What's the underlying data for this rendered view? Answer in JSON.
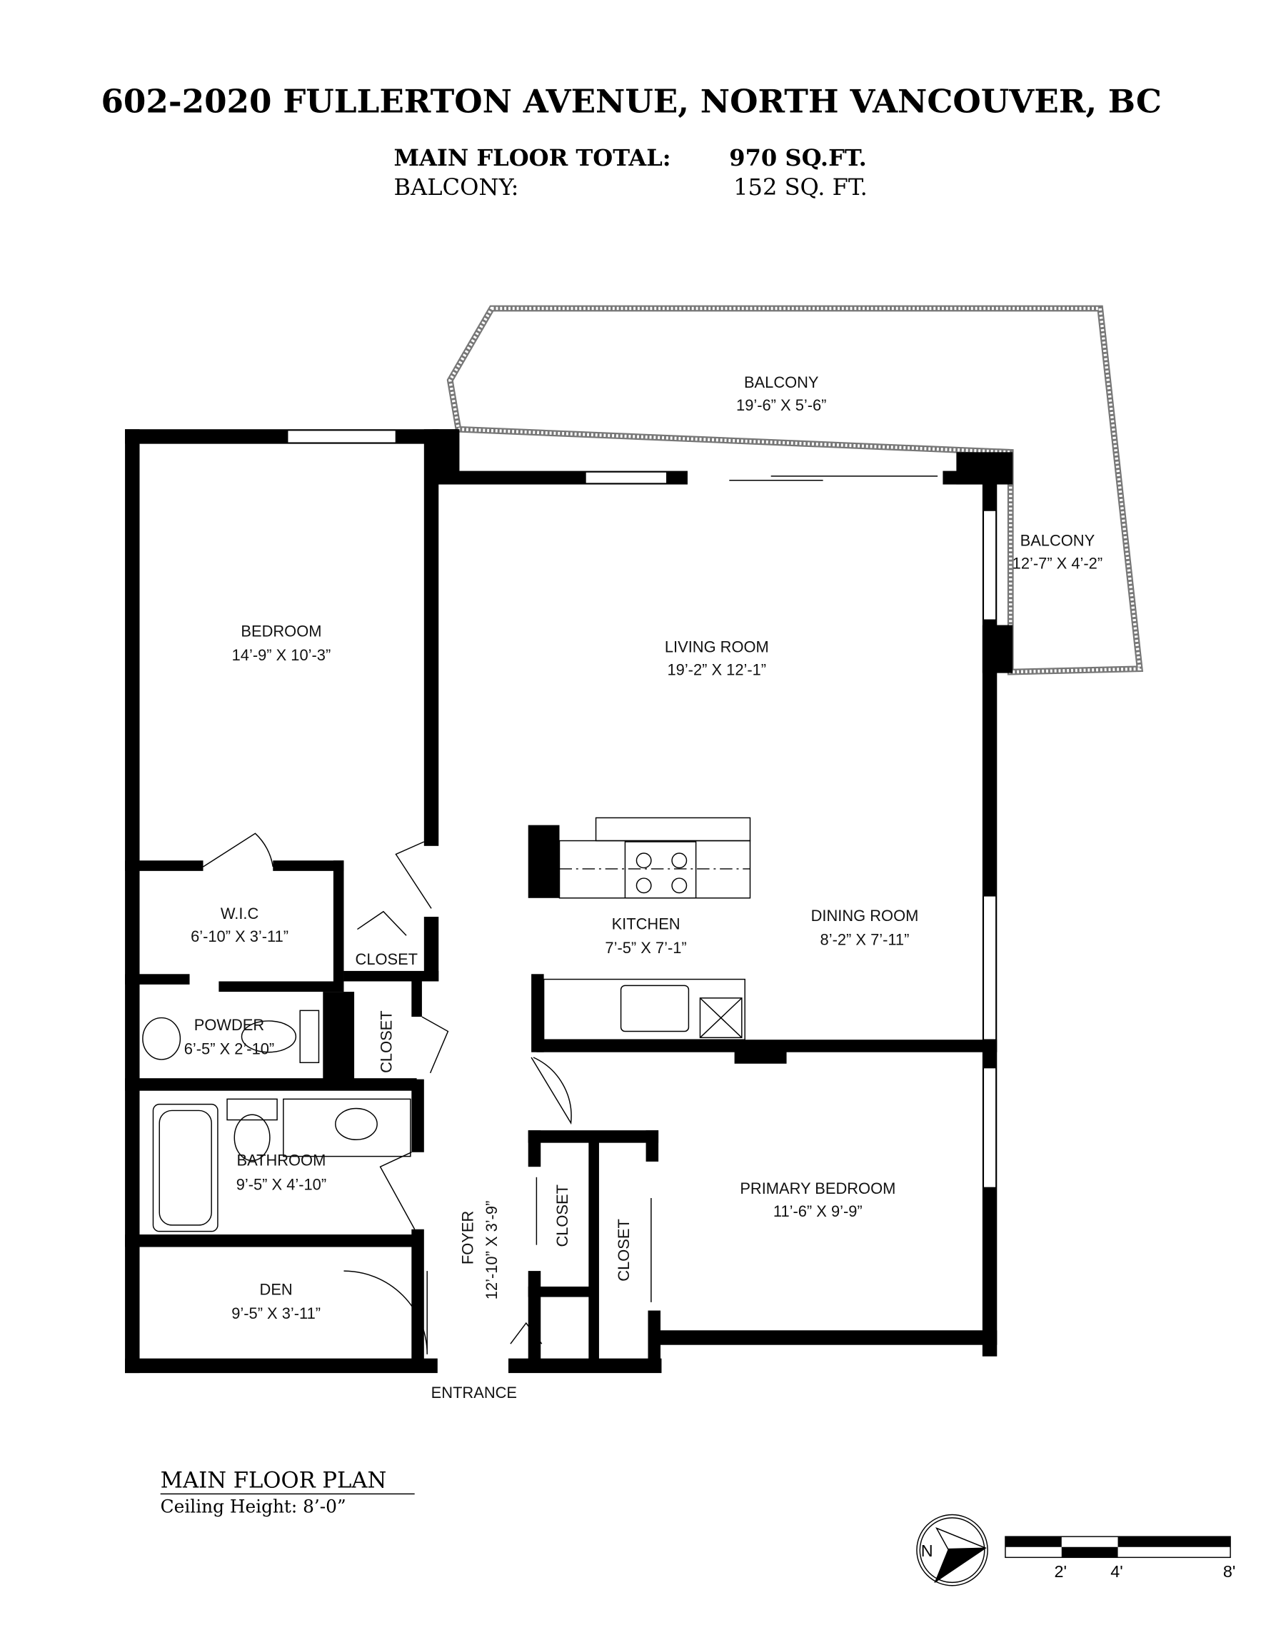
{
  "title": "602-2020 FULLERTON AVENUE, NORTH VANCOUVER, BC",
  "summary": {
    "main_floor_label": "MAIN FLOOR TOTAL:",
    "main_floor_value": "970 SQ.FT.",
    "balcony_label": "BALCONY:",
    "balcony_value": "152 SQ. FT."
  },
  "rooms": {
    "balcony_top": {
      "name": "BALCONY",
      "size": "19’-6” X 5’-6”"
    },
    "balcony_side": {
      "name": "BALCONY",
      "size": "12’-7” X 4’-2”"
    },
    "bedroom": {
      "name": "BEDROOM",
      "size": "14’-9” X 10’-3”"
    },
    "living": {
      "name": "LIVING ROOM",
      "size": "19’-2” X 12’-1”"
    },
    "wic": {
      "name": "W.I.C",
      "size": "6’-10” X 3’-11”"
    },
    "closet_wic": {
      "name": "CLOSET"
    },
    "kitchen": {
      "name": "KITCHEN",
      "size": "7’-5” X 7’-1”"
    },
    "dining": {
      "name": "DINING ROOM",
      "size": "8’-2” X 7’-11”"
    },
    "powder": {
      "name": "POWDER",
      "size": "6’-5” X 2’-10”"
    },
    "closet_hall": {
      "name": "CLOSET"
    },
    "bathroom": {
      "name": "BATHROOM",
      "size": "9’-5” X 4’-10”"
    },
    "foyer": {
      "name": "FOYER",
      "size": "12’-10” X 3’-9”"
    },
    "closet_foyer": {
      "name": "CLOSET"
    },
    "closet_primary": {
      "name": "CLOSET"
    },
    "primary": {
      "name": "PRIMARY BEDROOM",
      "size": "11’-6” X 9’-9”"
    },
    "den": {
      "name": "DEN",
      "size": "9’-5” X 3’-11”"
    },
    "entrance": {
      "name": "ENTRANCE"
    }
  },
  "plan": {
    "name": "MAIN FLOOR PLAN",
    "ceiling": "Ceiling Height: 8’-0”"
  },
  "compass": {
    "label": "N"
  },
  "scale": {
    "labels": [
      "2'",
      "4'",
      "8'"
    ]
  }
}
